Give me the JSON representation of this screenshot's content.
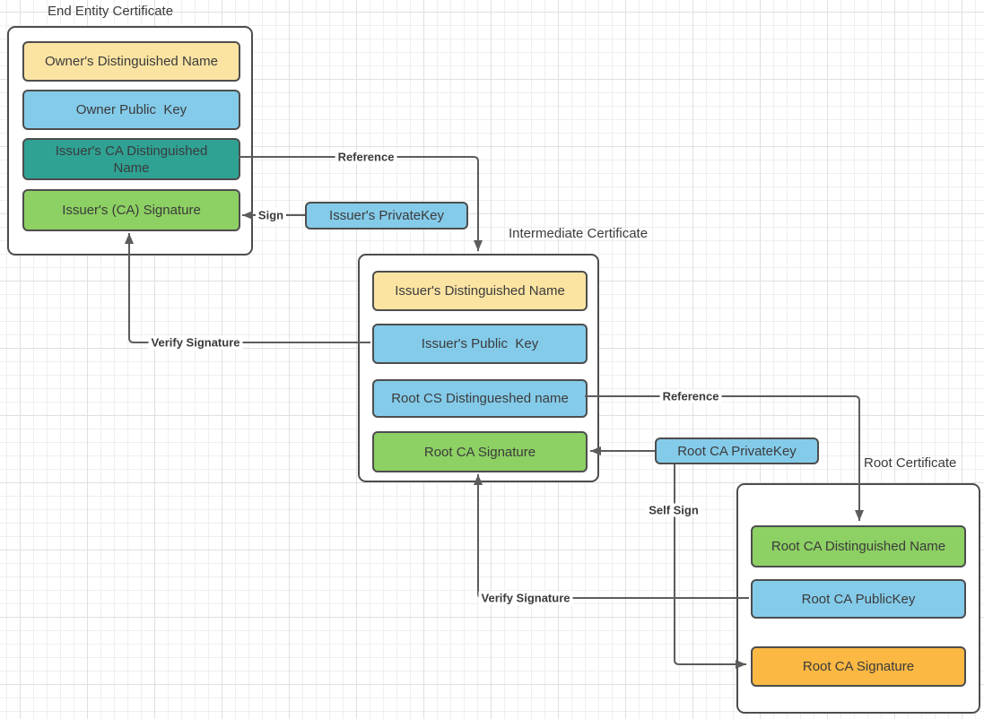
{
  "colors": {
    "yellow": "#FBE4A2",
    "blue": "#84CBEA",
    "teal": "#2FA294",
    "green": "#8DD063",
    "orange": "#FBB843",
    "border": "#4D4D4D",
    "wire": "#5C5C5C",
    "text": "#3B3B3B",
    "grid-minor": "#EFEFEF",
    "grid-major": "#E0E0E0"
  },
  "certificates": [
    {
      "title": "End Entity Certificate",
      "fields": [
        {
          "label": "Owner's Distinguished Name",
          "color": "yellow"
        },
        {
          "label": "Owner Public  Key",
          "color": "blue"
        },
        {
          "label": "Issuer's CA Distinguished Name",
          "color": "teal"
        },
        {
          "label": "Issuer's (CA) Signature",
          "color": "green"
        }
      ]
    },
    {
      "title": "Intermediate Certificate",
      "fields": [
        {
          "label": "Issuer's Distinguished Name",
          "color": "yellow"
        },
        {
          "label": "Issuer's Public  Key",
          "color": "blue"
        },
        {
          "label": "Root CS Distingueshed name",
          "color": "blue"
        },
        {
          "label": "Root CA Signature",
          "color": "green"
        }
      ]
    },
    {
      "title": "Root Certificate",
      "fields": [
        {
          "label": "Root CA Distinguished Name",
          "color": "green"
        },
        {
          "label": "Root CA PublicKey",
          "color": "blue"
        },
        {
          "label": "Root CA Signature",
          "color": "orange"
        }
      ]
    }
  ],
  "keys": [
    {
      "label": "Issuer's PrivateKey"
    },
    {
      "label": "Root CA PrivateKey"
    }
  ],
  "connector_labels": {
    "sign": "Sign",
    "reference1": "Reference",
    "verify1": "Verify Signature",
    "reference2": "Reference",
    "verify2": "Verify Signature",
    "self_sign": "Self Sign"
  }
}
